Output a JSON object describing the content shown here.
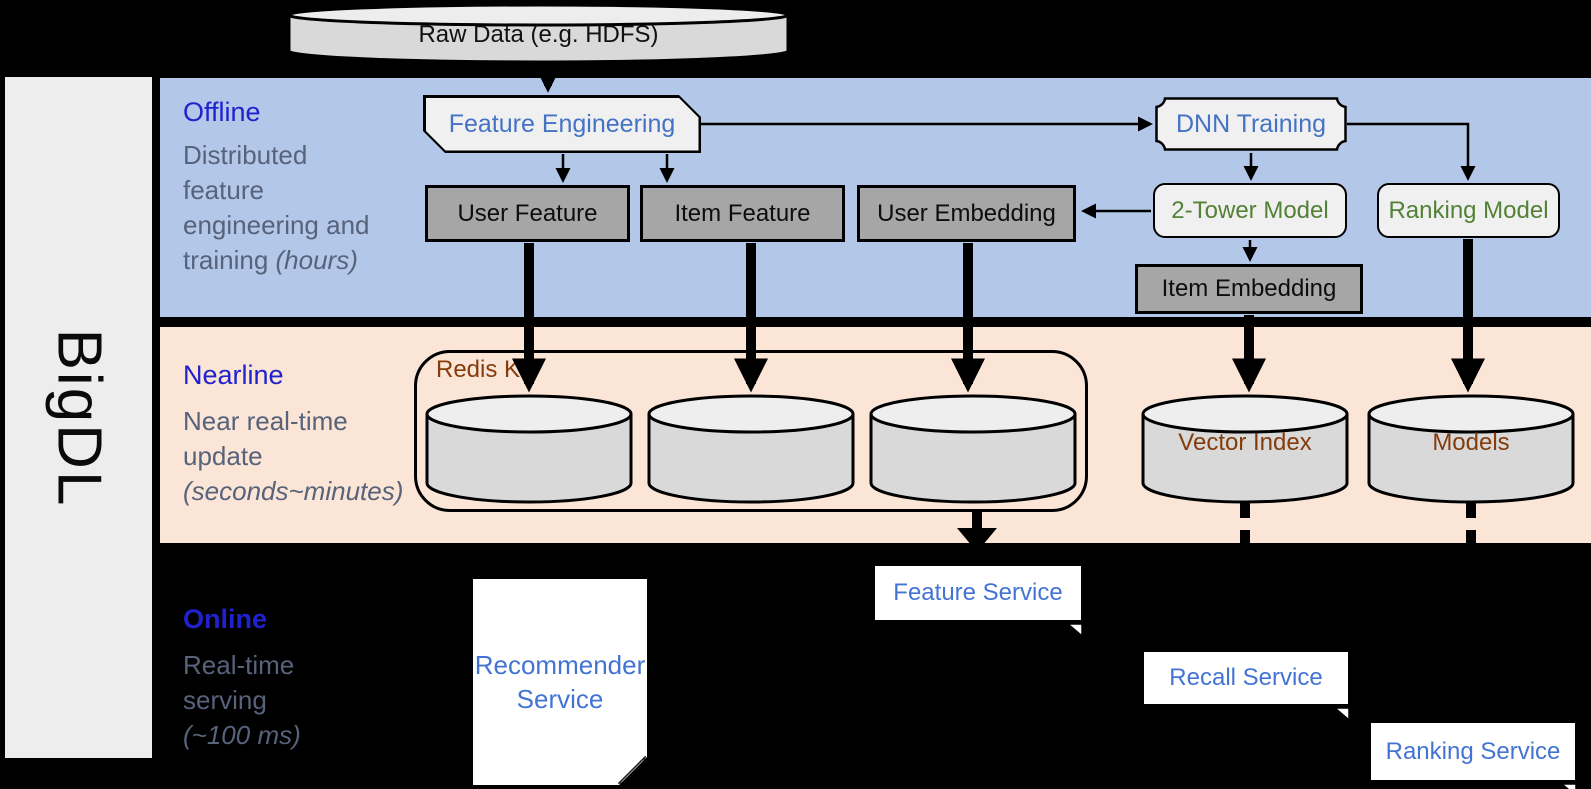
{
  "brand": "BigDL",
  "raw_data_label": "Raw Data (e.g. HDFS)",
  "sections": {
    "offline": {
      "title": "Offline",
      "line1": "Distributed",
      "line2": "feature",
      "line3": "engineering and",
      "line4_regular": "training ",
      "line4_italic": "(hours)"
    },
    "nearline": {
      "title": "Nearline",
      "line1": "Near real-time",
      "line2": "update",
      "line3_italic": "(seconds~minutes)"
    },
    "online": {
      "title": "Online",
      "line1": "Real-time",
      "line2": "serving",
      "line3_italic": "(~100 ms)"
    }
  },
  "nodes": {
    "feature_engineering": "Feature Engineering",
    "user_feature": "User Feature",
    "item_feature": "Item Feature",
    "user_embedding": "User Embedding",
    "dnn_training": "DNN Training",
    "two_tower_model": "2-Tower Model",
    "ranking_model": "Ranking Model",
    "item_embedding": "Item Embedding",
    "redis_kv": "Redis KV",
    "vector_index": "Vector Index",
    "models": "Models",
    "recommender_service": "Recommender Service",
    "feature_service": "Feature Service",
    "recall_service": "Recall Service",
    "ranking_service": "Ranking Service"
  },
  "colors": {
    "offline_band": "#b3c7e8",
    "nearline_band": "#fbe5d6",
    "background": "#000000",
    "sidebar": "#ededed",
    "heading_blue": "#1f22cd",
    "muted_text": "#57627b",
    "node_text_blue": "#4472c4",
    "node_text_green": "#538135",
    "storage_text_brown": "#843c0c",
    "service_text_blue": "#4374d4",
    "node_fill_light": "#f0f0f0",
    "node_fill_gray": "#a6a6a6",
    "cylinder_fill": "#d9d9d9"
  }
}
